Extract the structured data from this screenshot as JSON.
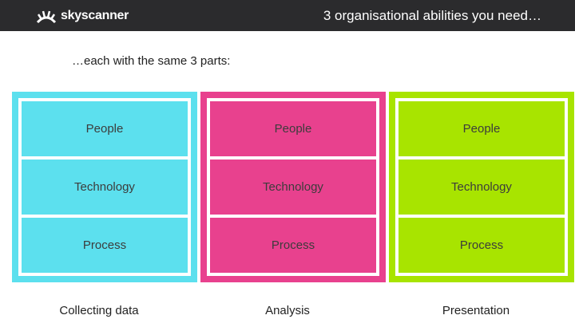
{
  "header": {
    "logo_text": "skyscanner",
    "title": "3 organisational abilities you need…"
  },
  "subtitle": "…each with the same 3 parts:",
  "columns": [
    {
      "color": "#5ce0ee",
      "cells": [
        "People",
        "Technology",
        "Process"
      ],
      "caption": "Collecting data"
    },
    {
      "color": "#e8418e",
      "cells": [
        "People",
        "Technology",
        "Process"
      ],
      "caption": "Analysis"
    },
    {
      "color": "#a8e400",
      "cells": [
        "People",
        "Technology",
        "Process"
      ],
      "caption": "Presentation"
    }
  ]
}
